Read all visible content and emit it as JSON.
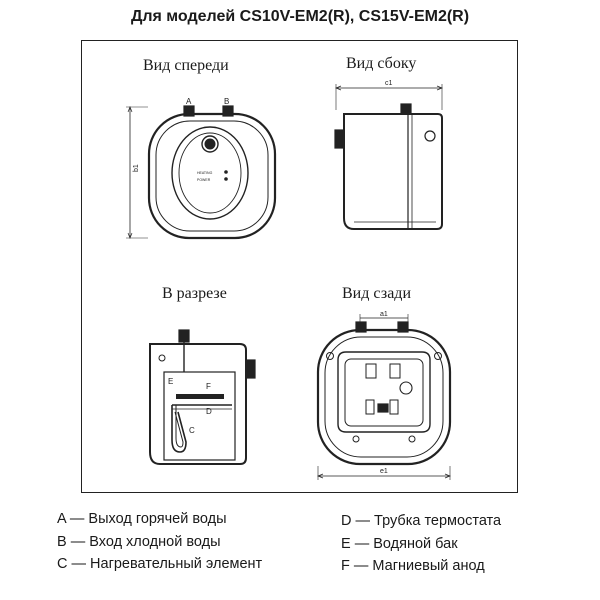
{
  "title": "Для моделей CS10V-EM2(R), CS15V-EM2(R)",
  "views": {
    "front": "Вид спереди",
    "side": "Вид сбоку",
    "section": "В разрезе",
    "back": "Вид сзади"
  },
  "dims": {
    "b1": "b1",
    "c1": "c1",
    "a1": "a1",
    "e1": "e1"
  },
  "panel": {
    "heating": "HEATING",
    "power": "POWER"
  },
  "markers": {
    "A": "A",
    "B": "B",
    "C": "C",
    "D": "D",
    "E": "E",
    "F": "F"
  },
  "legend": [
    {
      "key": "A",
      "text": "A — Выход горячей воды"
    },
    {
      "key": "B",
      "text": "B — Вход хлодной воды"
    },
    {
      "key": "C",
      "text": "C — Нагревательный элемент"
    },
    {
      "key": "D",
      "text": "D — Трубка термостата"
    },
    {
      "key": "E",
      "text": "E — Водяной бак"
    },
    {
      "key": "F",
      "text": "F — Магниевый анод"
    }
  ]
}
